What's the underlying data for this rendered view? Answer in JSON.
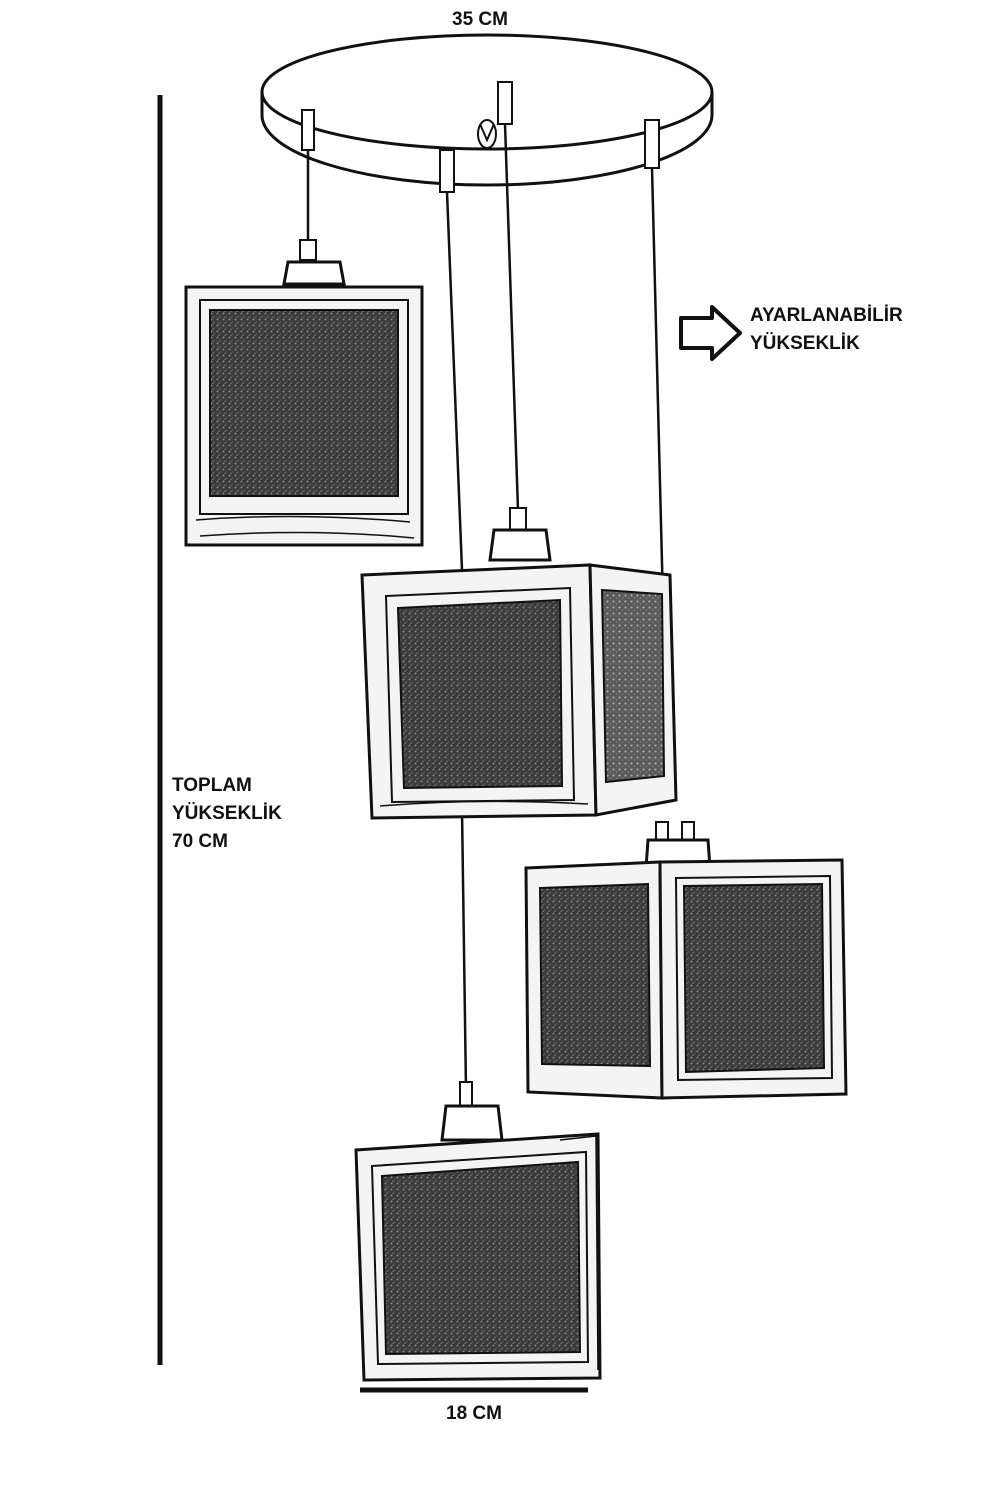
{
  "title_width": "35 CM",
  "adjustable": {
    "line1": "AYARLANABİLİR",
    "line2": "YÜKSEKLİK"
  },
  "total": {
    "line1": "TOPLAM",
    "line2": "YÜKSEKLİK",
    "line3": "70 CM"
  },
  "shade_width": "18 CM",
  "colors": {
    "ink": "#111111",
    "fabric": "#3a3a3a",
    "wood": "#f4f4f4"
  },
  "icons": {
    "arrow": "arrow-right-outline-icon"
  }
}
